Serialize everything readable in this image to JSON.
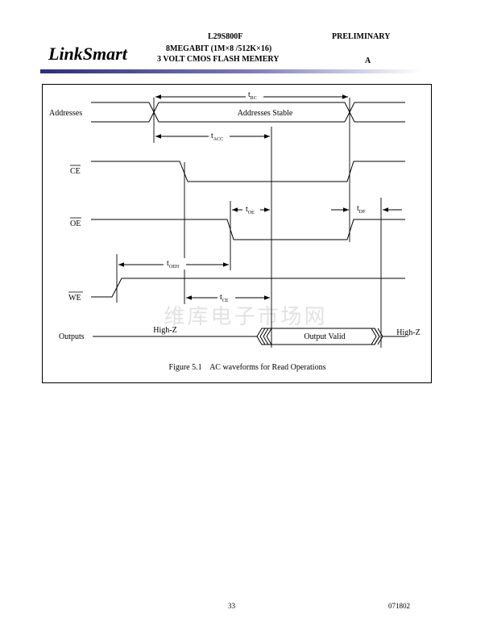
{
  "header": {
    "logo": "LinkSmart",
    "part_number": "L29S800F",
    "status": "PRELIMINARY",
    "organization": "8MEGABIT (1M×8 /512K×16)",
    "description": "3 VOLT CMOS FLASH MEMERY",
    "revision": "A",
    "band_gradient": [
      "#2e2e7a",
      "#7a7ab8",
      "#ffffff"
    ]
  },
  "figure": {
    "signals": {
      "addresses": "Addresses",
      "ce": "CE",
      "oe": "OE",
      "we": "WE",
      "outputs": "Outputs"
    },
    "states": {
      "addresses_stable": "Addresses Stable",
      "high_z_left": "High-Z",
      "output_valid": "Output Valid",
      "high_z_right": "High-Z"
    },
    "timing": {
      "t_rc": {
        "base": "t",
        "sub": "RC"
      },
      "t_acc": {
        "base": "t",
        "sub": "ACC"
      },
      "t_oe": {
        "base": "t",
        "sub": "OE"
      },
      "t_df": {
        "base": "t",
        "sub": "DF"
      },
      "t_oeh": {
        "base": "t",
        "sub": "OEH"
      },
      "t_ce": {
        "base": "t",
        "sub": "CE"
      }
    },
    "watermark": "维库电子市场网",
    "caption": "Figure 5.1    AC waveforms for Read Operations"
  },
  "footer": {
    "page_number": "33",
    "doc_code": "071802"
  }
}
